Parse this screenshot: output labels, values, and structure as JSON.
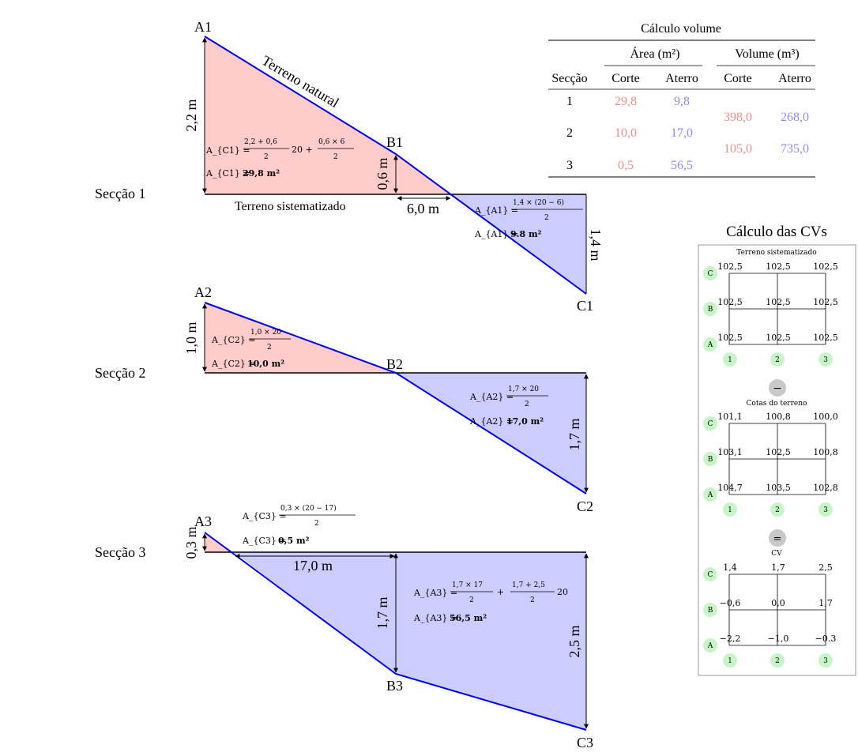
{
  "sections": {
    "s1": {
      "label": "Secção 1",
      "pt_a": "A1",
      "pt_b": "B1",
      "pt_c": "C1",
      "dim_a": "2,2 m",
      "dim_b": "0,6 m",
      "dim_c": "1,4 m",
      "dim_h": "6,0 m",
      "terrain_natural": "Terreno natural",
      "terrain_sist": "Terreno sistematizado",
      "cut_formula_lhs": "A_{C1} =",
      "cut_formula_a": "2,2 + 0,6",
      "cut_formula_a_den": "2",
      "cut_formula_mult": "20 +",
      "cut_formula_b": "0,6 × 6",
      "cut_formula_b_den": "2",
      "cut_result_lhs": "A_{C1} =",
      "cut_result": "29,8 m²",
      "fill_formula_lhs": "A_{A1} =",
      "fill_formula_num": "1,4 × (20 − 6)",
      "fill_formula_den": "2",
      "fill_result_lhs": "A_{A1} =",
      "fill_result": "9.8 m²"
    },
    "s2": {
      "label": "Secção 2",
      "pt_a": "A2",
      "pt_b": "B2",
      "pt_c": "C2",
      "dim_a": "1,0 m",
      "dim_c": "1,7 m",
      "cut_formula_lhs": "A_{C2} =",
      "cut_formula_num": "1,0 × 20",
      "cut_formula_den": "2",
      "cut_result_lhs": "A_{C2} =",
      "cut_result": "10,0 m²",
      "fill_formula_lhs": "A_{A2} =",
      "fill_formula_num": "1,7 × 20",
      "fill_formula_den": "2",
      "fill_result_lhs": "A_{A2} =",
      "fill_result": "17,0 m²"
    },
    "s3": {
      "label": "Secção 3",
      "pt_a": "A3",
      "pt_b": "B3",
      "pt_c": "C3",
      "dim_a": "0,3 m",
      "dim_b": "1,7 m",
      "dim_c": "2,5 m",
      "dim_h": "17,0 m",
      "cut_formula_lhs": "A_{C3} =",
      "cut_formula_num": "0,3 × (20 − 17)",
      "cut_formula_den": "2",
      "cut_result_lhs": "A_{C3} =",
      "cut_result": "0,5 m²",
      "fill_formula_lhs": "A_{A3} =",
      "fill_formula_a": "1,7 × 17",
      "fill_formula_a_den": "2",
      "fill_plus": "+",
      "fill_formula_b": "1,7 + 2,5",
      "fill_formula_b_den": "2",
      "fill_mult": "20",
      "fill_result_lhs": "A_{A3} =",
      "fill_result": "56,5 m²"
    }
  },
  "volume_table": {
    "title": "Cálculo volume",
    "header_area": "Área (m²)",
    "header_volume": "Volume (m³)",
    "col_seccao": "Secção",
    "col_corte": "Corte",
    "col_aterro": "Aterro",
    "col_corte2": "Corte",
    "col_aterro2": "Aterro",
    "rows": [
      {
        "seccao": "1",
        "corte": "29,8",
        "aterro": "9,8"
      },
      {
        "seccao": "2",
        "corte": "10,0",
        "aterro": "17,0"
      },
      {
        "seccao": "3",
        "corte": "0,5",
        "aterro": "56,5"
      }
    ],
    "volumes": [
      {
        "corte": "398,0",
        "aterro": "268,0"
      },
      {
        "corte": "105,0",
        "aterro": "735,0"
      }
    ],
    "colors": {
      "corte": "#f08c8c",
      "aterro": "#8c8cf0"
    }
  },
  "cv_panel": {
    "title": "Cálculo das CVs",
    "grids": [
      {
        "title": "Terreno sistematizado",
        "rows": [
          {
            "label": "C",
            "values": [
              "102,5",
              "102,5",
              "102,5"
            ]
          },
          {
            "label": "B",
            "values": [
              "102,5",
              "102,5",
              "102,5"
            ]
          },
          {
            "label": "A",
            "values": [
              "102,5",
              "102,5",
              "102,5"
            ]
          }
        ],
        "cols": [
          "1",
          "2",
          "3"
        ]
      },
      {
        "title": "Cotas do terreno",
        "rows": [
          {
            "label": "C",
            "values": [
              "101,1",
              "100,8",
              "100,0"
            ]
          },
          {
            "label": "B",
            "values": [
              "103,1",
              "102,5",
              "100,8"
            ]
          },
          {
            "label": "A",
            "values": [
              "104,7",
              "103,5",
              "102,8"
            ]
          }
        ],
        "cols": [
          "1",
          "2",
          "3"
        ]
      },
      {
        "title": "CV",
        "rows": [
          {
            "label": "C",
            "values": [
              "1,4",
              "1,7",
              "2,5"
            ]
          },
          {
            "label": "B",
            "values": [
              "−0,6",
              "0,0",
              "1,7"
            ]
          },
          {
            "label": "A",
            "values": [
              "−2,2",
              "−1,0",
              "−0.3"
            ]
          }
        ],
        "cols": [
          "1",
          "2",
          "3"
        ]
      }
    ],
    "op_minus": "−",
    "op_equals": "=",
    "colors": {
      "node": "#c8f5c8",
      "op": "#c8c8c8"
    }
  },
  "colors": {
    "cut_fill": "#ffcccc",
    "fill_fill": "#ccccff",
    "line": "#0000e0"
  }
}
